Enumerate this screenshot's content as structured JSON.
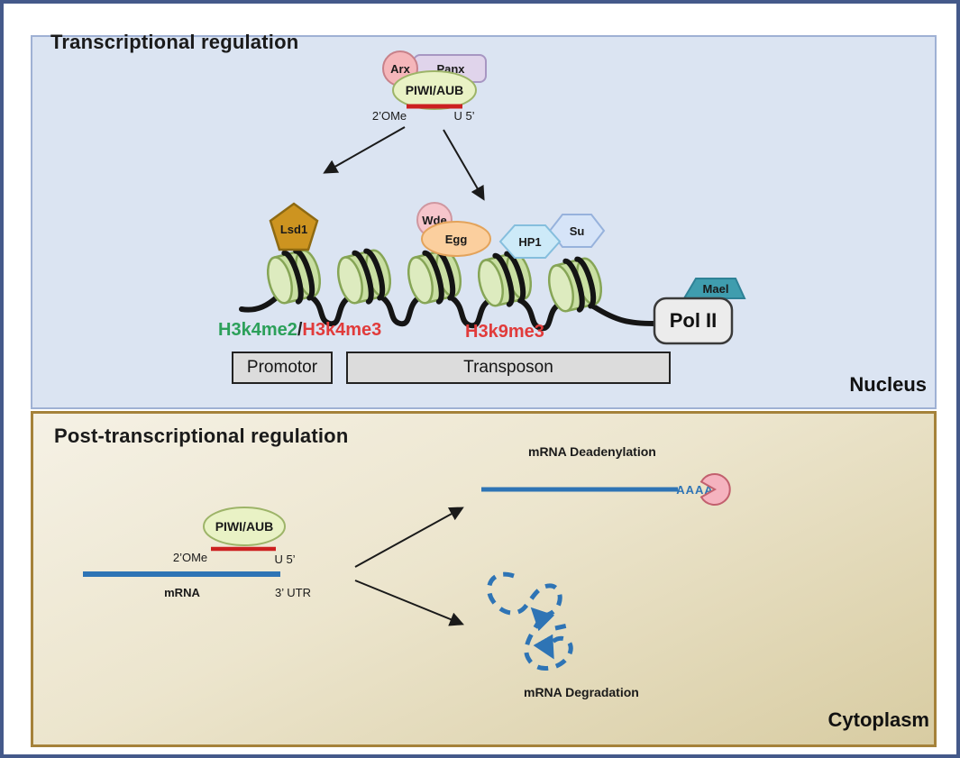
{
  "figure": {
    "nucleus": {
      "title": "Transcriptional regulation",
      "region_label": "Nucleus",
      "complex": {
        "arx": "Arx",
        "panx": "Panx",
        "piwi_aub": "PIWI/AUB",
        "ome_label": "2’OMe",
        "u5_label": "U 5’"
      },
      "proteins": {
        "lsd1": "Lsd1",
        "wde": "Wde",
        "egg": "Egg",
        "hp1": "HP1",
        "su": "Su",
        "mael": "Mael",
        "pol2": "Pol II"
      },
      "marks": {
        "h3k4me2": "H3k4me2",
        "slash": "/",
        "h3k4me3": "H3k4me3",
        "h3k9me3": "H3k9me3"
      },
      "dna": {
        "promotor": "Promotor",
        "transposon": "Transposon"
      }
    },
    "cytoplasm": {
      "title": "Post-transcriptional regulation",
      "region_label": "Cytoplasm",
      "complex": {
        "piwi_aub": "PIWI/AUB",
        "ome_label": "2’OMe",
        "u5_label": "U 5’",
        "mrna_label": "mRNA",
        "utr_label": "3’ UTR"
      },
      "deadenylation": {
        "label": "mRNA Deadenylation",
        "polyA": "AAAA"
      },
      "degradation": {
        "label": "mRNA Degradation"
      }
    }
  },
  "colors": {
    "outer_border": "#44598a",
    "nucleus_bg": "#dbe4f2",
    "cytoplasm_gold": "#a5823a",
    "mrna_blue": "#2e74b5",
    "pirna_red": "#cc2020",
    "h3k4me2_green": "#2ca05a",
    "mark_red": "#e13b3b",
    "piwi_fill": "#e9f2c5",
    "arx_fill": "#f5b6ba",
    "panx_fill": "#e0d4eb",
    "lsd1_fill": "#cd9420",
    "wde_fill": "#f6c5cb",
    "egg_fill": "#fbcf9e",
    "hp1_fill": "#cdeaf8",
    "su_fill": "#d6e4f8",
    "mael_fill": "#3f9dae",
    "nucleosome_fill": "#c9dfa2",
    "pacman_fill": "#f5b3bf"
  }
}
